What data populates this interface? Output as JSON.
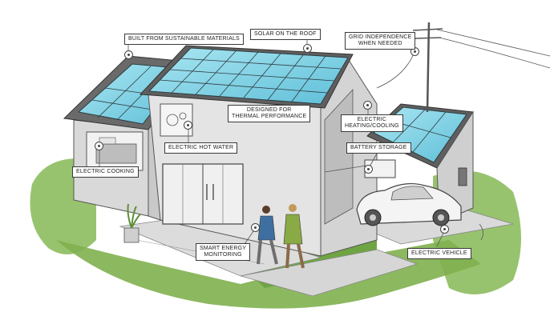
{
  "labels": {
    "sustainable_materials": "BUILT FROM SUSTAINABLE MATERIALS",
    "solar_roof": "SOLAR ON THE ROOF",
    "grid_independence_1": "GRID INDEPENDENCE",
    "grid_independence_2": "WHEN NEEDED",
    "thermal_1": "DESIGNED FOR",
    "thermal_2": "THERMAL PERFORMANCE",
    "heating_1": "ELECTRIC",
    "heating_2": "HEATING/COOLING",
    "hot_water": "ELECTRIC HOT WATER",
    "battery": "BATTERY STORAGE",
    "cooking": "ELECTRIC COOKING",
    "monitoring_1": "SMART ENERGY",
    "monitoring_2": "MONITORING",
    "vehicle": "ELECTRIC VEHICLE"
  },
  "colors": {
    "solar_panel": "#7fd3e6",
    "panel_frame": "#2f3b40",
    "wall": "#e4e4e4",
    "wall_shade": "#cfcfcf",
    "lawn": "#7fb04f",
    "path": "#d9d9d9",
    "roof_edge": "#555555"
  }
}
